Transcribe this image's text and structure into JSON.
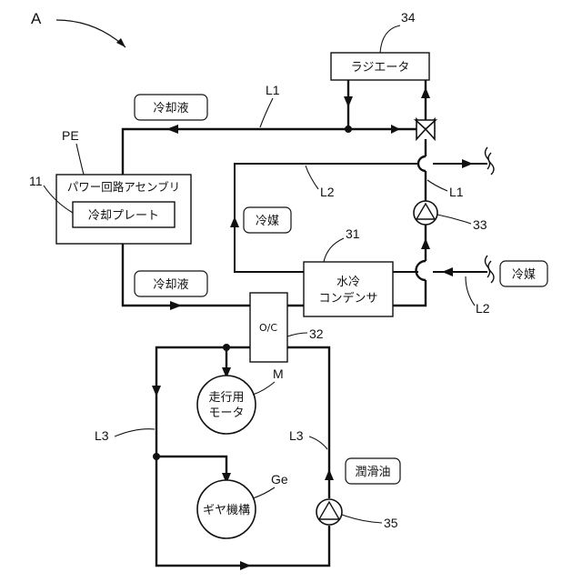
{
  "figure_label": "A",
  "refs": {
    "radiator": "34",
    "power_electronics": "PE",
    "assembly": "11",
    "condenser": "31",
    "pump_33": "33",
    "oc": "32",
    "motor": "M",
    "gear": "Ge",
    "pump_35": "35",
    "line1_top": "L1",
    "line1_right": "L1",
    "line2_mid": "L2",
    "line2_right": "L2",
    "line3_left": "L3",
    "line3_right": "L3"
  },
  "labels": {
    "radiator": "ラジエータ",
    "coolant_top": "冷却液",
    "coolant_bottom": "冷却液",
    "assembly": "パワー回路アセンブリ",
    "cooling_plate": "冷却プレート",
    "refrigerant_left": "冷媒",
    "refrigerant_right": "冷媒",
    "condenser_line1": "水冷",
    "condenser_line2": "コンデンサ",
    "oc": "O/C",
    "motor_line1": "走行用",
    "motor_line2": "モータ",
    "gear": "ギヤ機構",
    "lube_oil": "潤滑油"
  }
}
